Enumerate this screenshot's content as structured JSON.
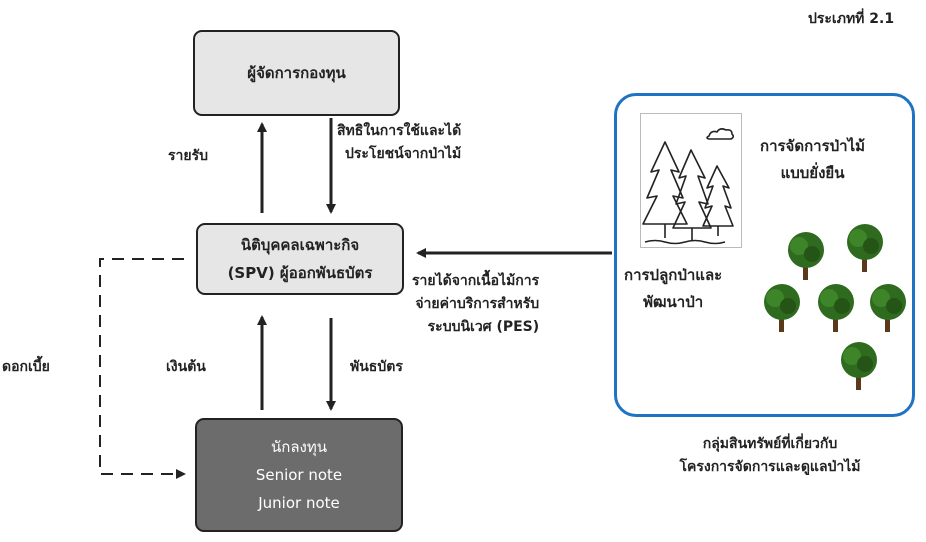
{
  "type_label": "ประเภทที่ 2.1",
  "fund_manager": "ผู้จัดการกองทุน",
  "spv": {
    "line1": "นิติบุคคลเฉพาะกิจ",
    "line2": "(SPV) ผู้ออกพันธบัตร"
  },
  "investors": {
    "line1": "นักลงทุน",
    "line2": "Senior note",
    "line3": "Junior note"
  },
  "labels": {
    "income": "รายรับ",
    "rights_line1": "สิทธิในการใช้และได้",
    "rights_line2": "ประโยชน์จากป่าไม้",
    "interest": "ดอกเบี้ย",
    "principal": "เงินต้น",
    "bonds": "พันธบัตร",
    "revenue_line1": "รายได้จากเนื้อไม้การ",
    "revenue_line2": "จ่ายค่าบริการสำหรับ",
    "revenue_line3": "ระบบนิเวศ (PES)",
    "sustainable_line1": "การจัดการป่าไม้",
    "sustainable_line2": "แบบยั่งยืน",
    "plant_line1": "การปลูกป่าและ",
    "plant_line2": "พัฒนาป่า",
    "assets_line1": "กลุ่มสินทรัพย์ที่เกี่ยวกับ",
    "assets_line2": "โครงการจัดการและดูแลป่าไม้"
  },
  "colors": {
    "panel_border": "#1f73c4",
    "box_light": "#e6e6e6",
    "box_dark": "#6c6c6c",
    "tree_green": "#2f6b1e"
  }
}
